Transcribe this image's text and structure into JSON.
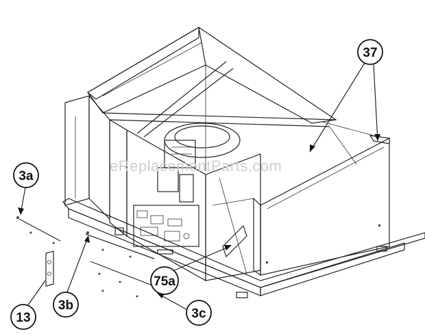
{
  "watermark": "eReplacementParts.com",
  "callouts": {
    "c37": "37",
    "c3a": "3a",
    "c13": "13",
    "c3b": "3b",
    "c75a": "75a",
    "c3c": "3c"
  }
}
